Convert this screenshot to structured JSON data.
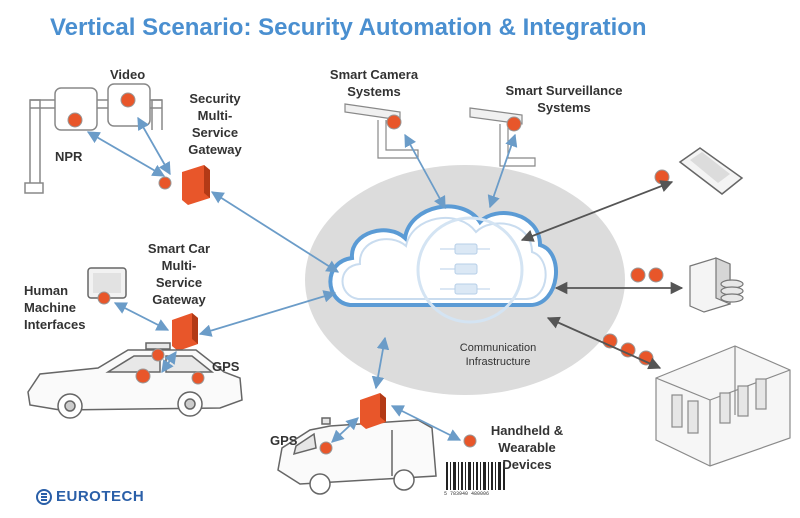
{
  "title": "Vertical Scenario: Security Automation & Integration",
  "labels": {
    "video": "Video",
    "npr": "NPR",
    "security_gateway": [
      "Security",
      "Multi-",
      "Service",
      "Gateway"
    ],
    "smart_camera": [
      "Smart Camera",
      "Systems"
    ],
    "smart_surveillance": [
      "Smart Surveillance",
      "Systems"
    ],
    "smart_car_gateway": [
      "Smart Car",
      "Multi-",
      "Service",
      "Gateway"
    ],
    "hmi": [
      "Human",
      "Machine",
      "Interfaces"
    ],
    "gps_car": "GPS",
    "gps_van": "GPS",
    "handheld": [
      "Handheld &",
      "Wearable",
      "Devices"
    ],
    "communication": [
      "Communication",
      "Infrastructure"
    ]
  },
  "barcode_number": "5 783940 480006",
  "logo_text": "EUROTECH",
  "colors": {
    "title": "#4a8fd0",
    "node_orange": "#e8562a",
    "gateway_orange": "#e8562a",
    "arrow_blue": "#6b9cc8",
    "arrow_gray": "#666666",
    "ellipse_gray": "#d9d9d9",
    "cloud_fill": "#ffffff",
    "cloud_stroke": "#5b9bd5",
    "logo_blue": "#2a5fa8"
  },
  "icons": [
    "cloud-icon",
    "gateway-box-icon",
    "camera-icon",
    "smartphone-icon",
    "server-icon",
    "building-icon",
    "police-car-icon",
    "van-icon",
    "monitor-icon",
    "barcode-icon",
    "gantry-icon"
  ]
}
